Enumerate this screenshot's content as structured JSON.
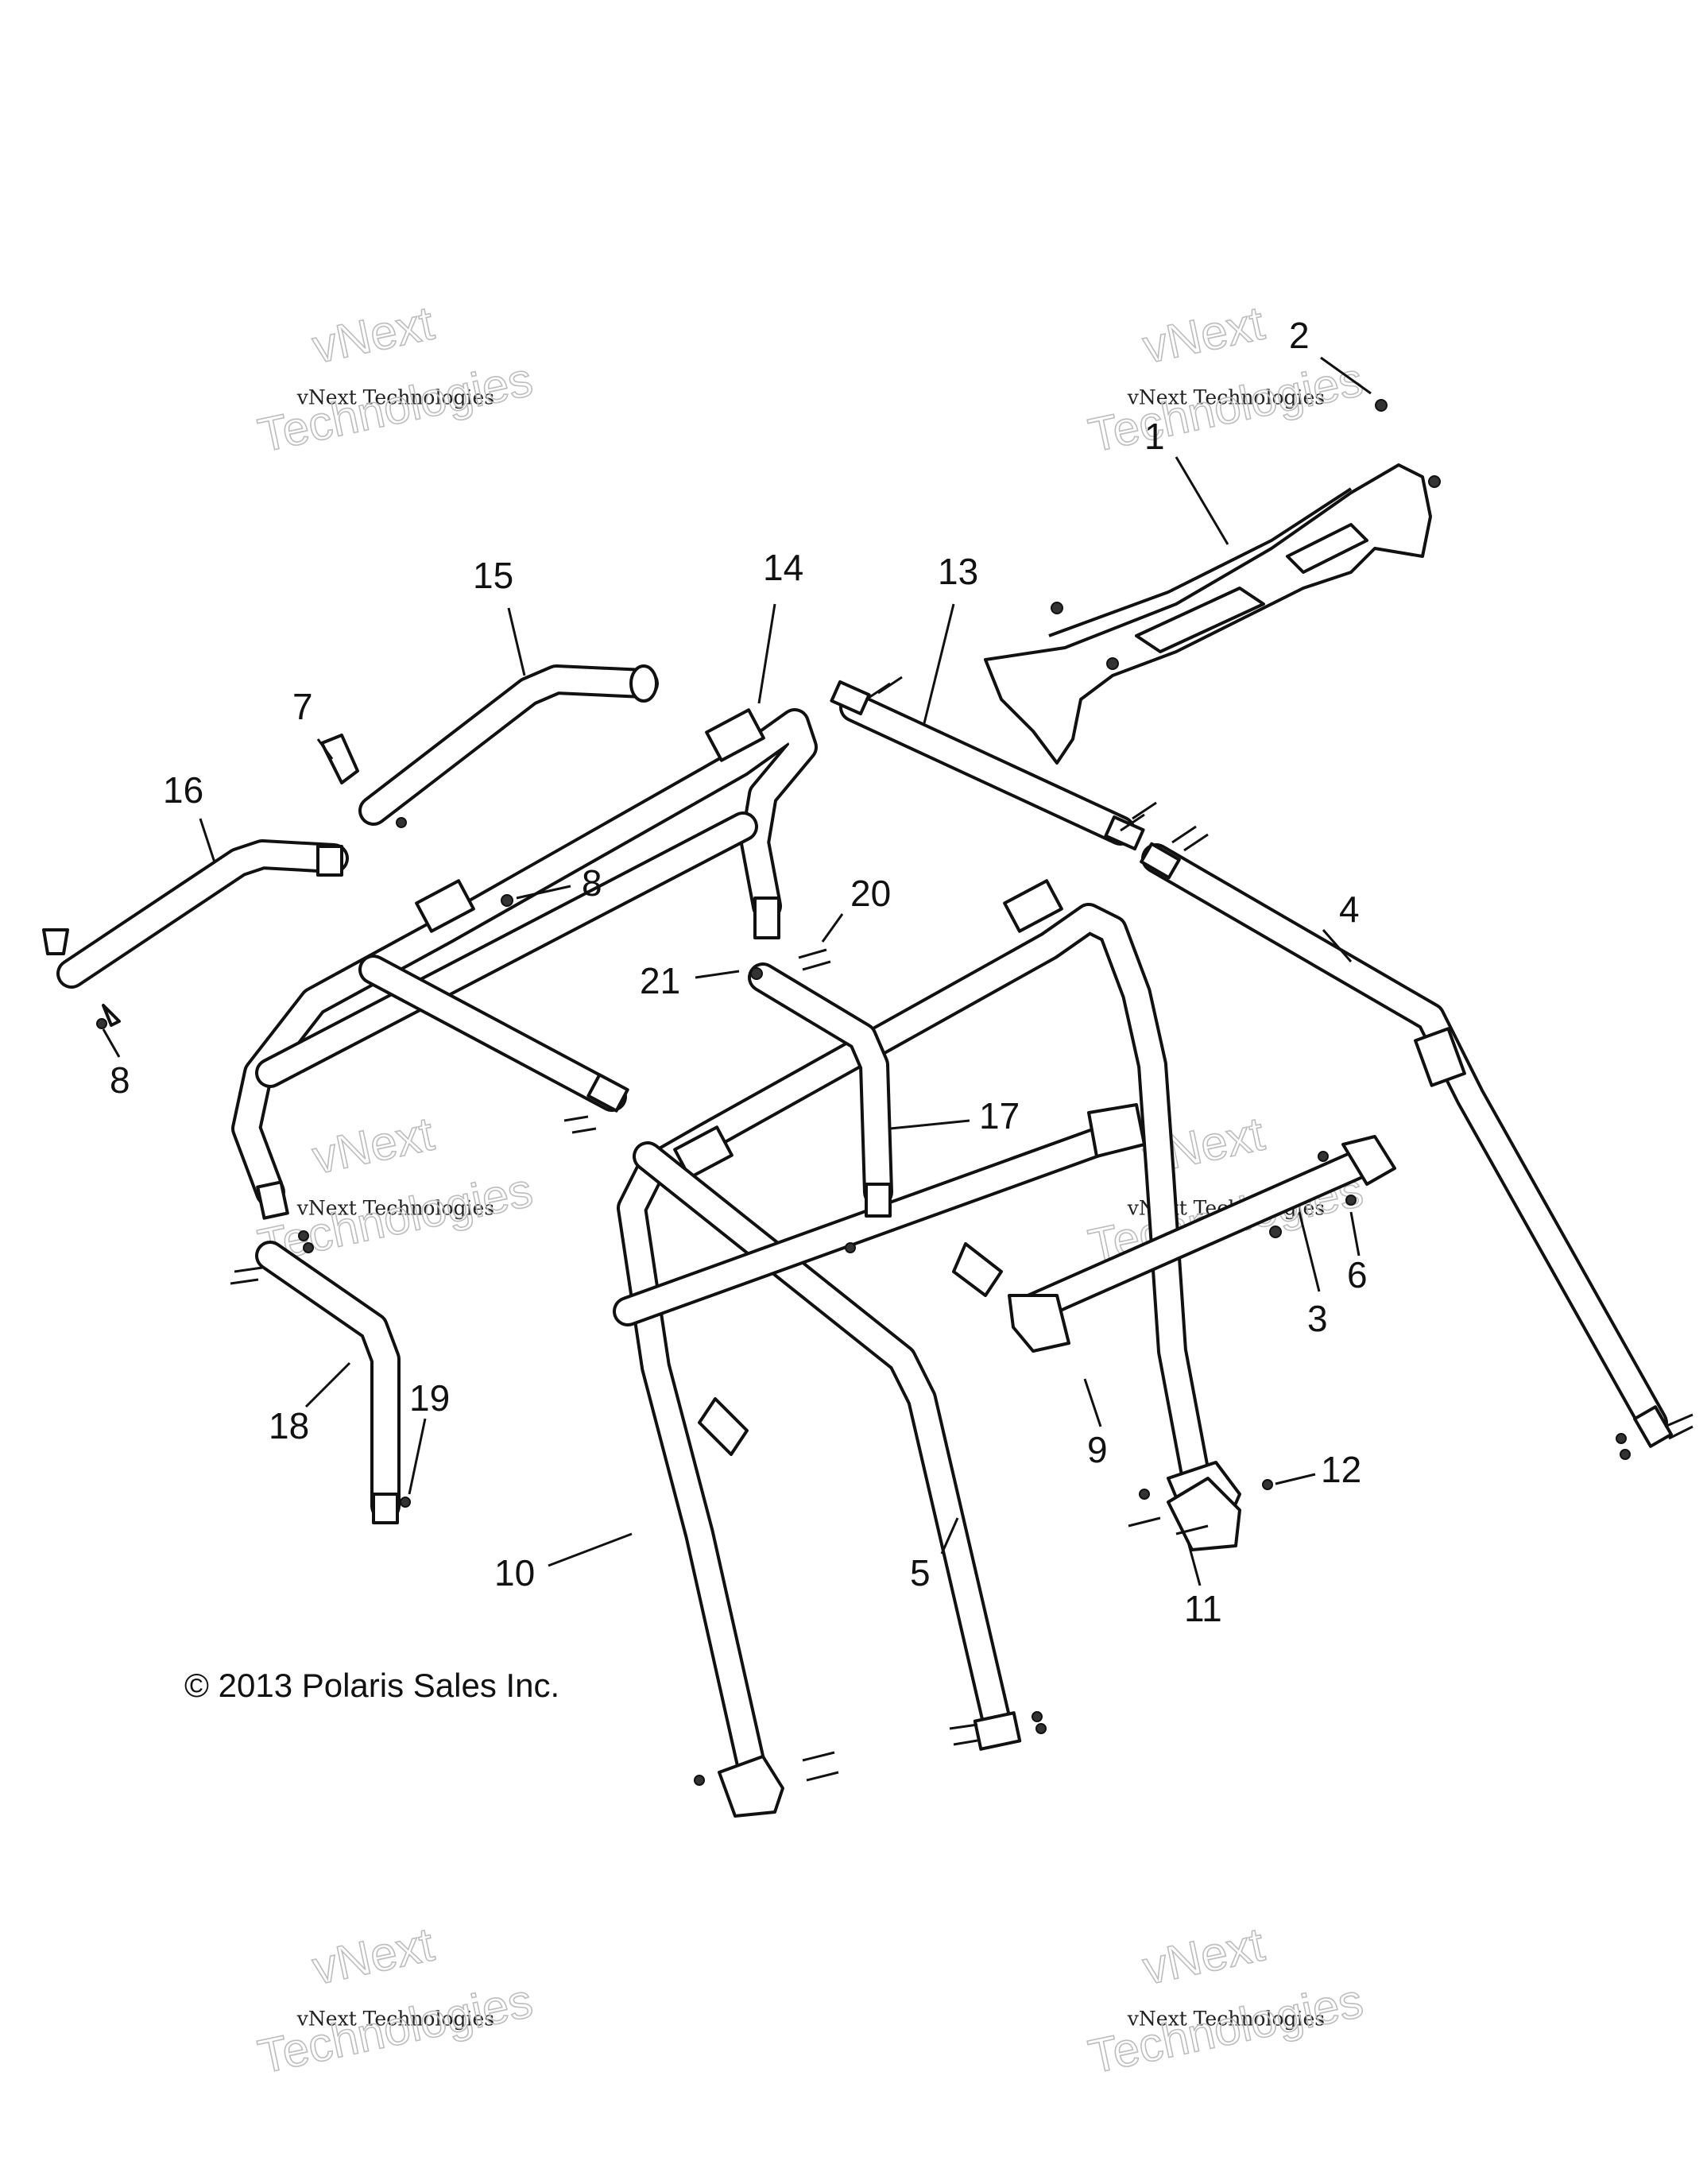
{
  "copyright": "© 2013 Polaris Sales Inc.",
  "watermark": {
    "line1": "vNext",
    "line2": "vNext Technologies",
    "line3": "Technologies"
  },
  "callouts": [
    {
      "id": "c1",
      "text": "1"
    },
    {
      "id": "c2",
      "text": "2"
    },
    {
      "id": "c3",
      "text": "3"
    },
    {
      "id": "c4",
      "text": "4"
    },
    {
      "id": "c5",
      "text": "5"
    },
    {
      "id": "c6",
      "text": "6"
    },
    {
      "id": "c7",
      "text": "7"
    },
    {
      "id": "c8a",
      "text": "8"
    },
    {
      "id": "c8b",
      "text": "8"
    },
    {
      "id": "c9",
      "text": "9"
    },
    {
      "id": "c10",
      "text": "10"
    },
    {
      "id": "c11",
      "text": "11"
    },
    {
      "id": "c12",
      "text": "12"
    },
    {
      "id": "c13",
      "text": "13"
    },
    {
      "id": "c14",
      "text": "14"
    },
    {
      "id": "c15",
      "text": "15"
    },
    {
      "id": "c16",
      "text": "16"
    },
    {
      "id": "c17",
      "text": "17"
    },
    {
      "id": "c18",
      "text": "18"
    },
    {
      "id": "c19",
      "text": "19"
    },
    {
      "id": "c20",
      "text": "20"
    },
    {
      "id": "c21",
      "text": "21"
    }
  ]
}
